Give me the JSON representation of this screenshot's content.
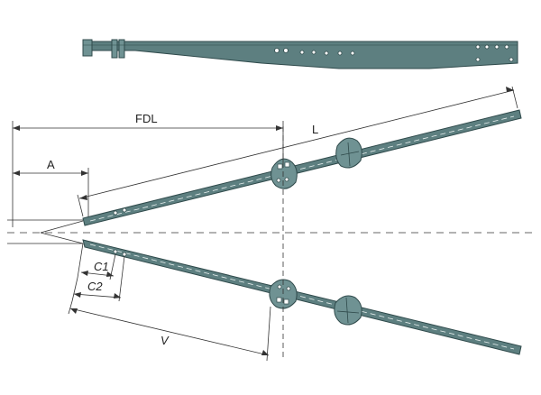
{
  "labels": {
    "fdl": "FDL",
    "l": "L",
    "a": "A",
    "c1": "C1",
    "c2": "C2",
    "v": "V"
  },
  "colors": {
    "beam_fill": "#5d7f80",
    "beam_stroke": "#2f4a4b",
    "line": "#333333"
  }
}
